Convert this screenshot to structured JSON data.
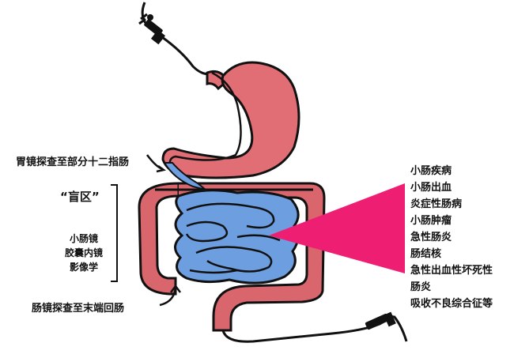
{
  "labels": {
    "stomach_exam": "胃镜探查至部分十二指肠",
    "blind_zone": "“盲区”",
    "small_bowel_methods": [
      "小肠镜",
      "胶囊内镜",
      "影像学"
    ],
    "ileum_exam": "肠镜探查至末端回肠"
  },
  "diseases": [
    "小肠疾病",
    "小肠出血",
    "炎症性肠病",
    "小肠肿瘤",
    "急性肠炎",
    "肠结核",
    "急性出血性坏死性",
    "肠炎",
    "吸收不良综合征等"
  ],
  "colors": {
    "stomach_fill": "#e06e74",
    "colon_fill": "#d9666c",
    "small_intestine_fill": "#6d9ee0",
    "highlight_cone": "#ee1f73",
    "outline": "#111111"
  },
  "icons": [
    "endoscope-icon",
    "colonoscope-icon",
    "arrow-icon"
  ]
}
